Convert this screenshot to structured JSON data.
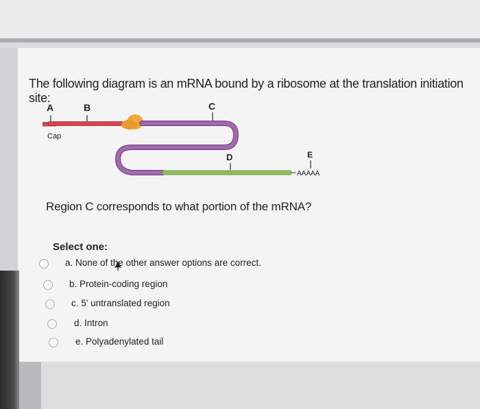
{
  "question": {
    "text": "The following diagram is an mRNA bound by a ribosome at the translation initiation site:",
    "prompt": "Region C corresponds to what portion of the mRNA?"
  },
  "diagram": {
    "labels": {
      "a": "A",
      "b": "B",
      "c": "C",
      "d": "D",
      "e": "E",
      "cap": "Cap",
      "tail": "AAAAA"
    },
    "colors": {
      "five_utr": "#d9434f",
      "coding": "#9b5fa6",
      "three_utr": "#8fbf5d",
      "ribosome": "#f2a93b",
      "line": "#555555"
    }
  },
  "answers": {
    "select_label": "Select one:",
    "options": [
      "a. None of the other answer options are correct.",
      "b. Protein-coding region",
      "c. 5' untranslated region",
      "d. Intron",
      "e. Polyadenylated tail"
    ]
  }
}
